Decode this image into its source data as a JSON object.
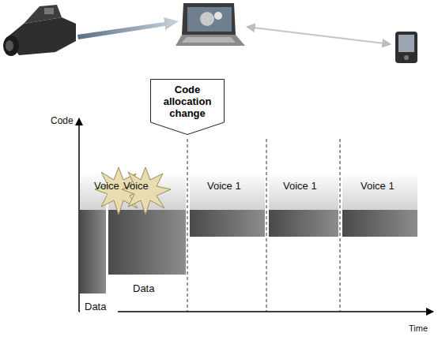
{
  "diagram": {
    "nodes": [
      {
        "text": [
          "Code allocation change"
        ]
      }
    ],
    "labels": [
      "Code",
      "Voice",
      "Voice",
      "Voice 1",
      "Voice 1",
      "Voice 1",
      "Data",
      "Data",
      "Time"
    ]
  }
}
